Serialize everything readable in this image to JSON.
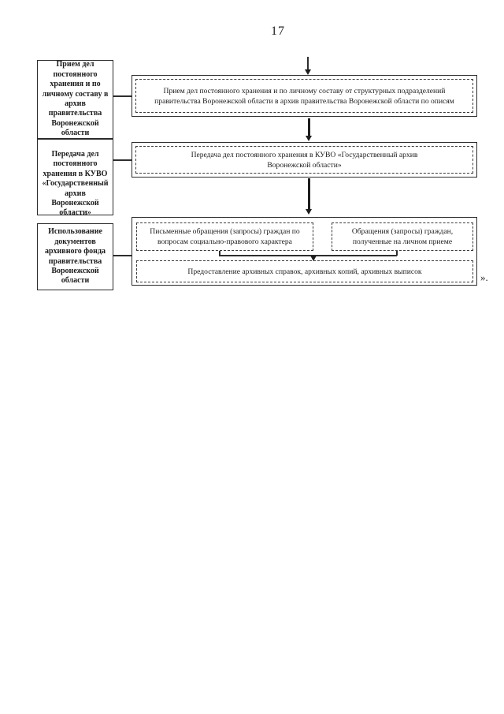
{
  "page": {
    "number": "17",
    "closing_mark": "»."
  },
  "left_column": {
    "boxes": [
      {
        "text": "Прием дел постоянного хранения и по личному составу в архив правительства Воронежской области"
      },
      {
        "text": "Передача дел постоянного хранения в КУВО «Государственный архив Воронежской области»"
      },
      {
        "text": "Использование документов архивного фонда правительства Воронежской области"
      }
    ]
  },
  "flowchart": {
    "reception": "Прием дел постоянного хранения и по личному составу от структурных подразделений правительства Воронежской области в архив правительства Воронежской области по описям",
    "transfer": "Передача дел постоянного хранения в КУВО «Государственный архив Воронежской области»",
    "written_requests": "Письменные обращения (запросы) граждан по вопросам социально-правового характера",
    "personal_requests": "Обращения (запросы) граждан, полученные на личном приеме",
    "provision": "Предоставление архивных справок, архивных копий, архивных выписок"
  }
}
